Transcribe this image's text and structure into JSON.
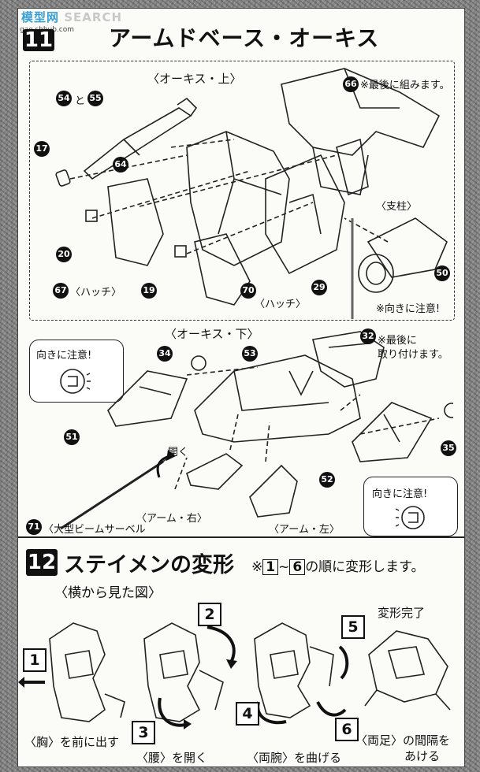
{
  "watermark": {
    "brand": "模型网",
    "text": "SEARCH",
    "url": "gao.shhub.com"
  },
  "step11": {
    "number": "11",
    "title": "アームドベース・オーキス",
    "upper": {
      "label": "〈オーキス・上〉",
      "note_last": "※最後に組みます。",
      "pillar": "〈支柱〉",
      "hatch_left": "〈ハッチ〉",
      "hatch_right": "〈ハッチ〉",
      "direction_note": "※向きに注意!"
    },
    "lower": {
      "label": "〈オーキス・下〉",
      "attach_last_line1": "※最後に",
      "attach_last_line2": "取り付けます。",
      "direction_left": "向きに注意!",
      "direction_right": "向きに注意!",
      "open": "開く",
      "arm_right": "〈アーム・右〉",
      "arm_left": "〈アーム・左〉",
      "beam_saber": "〈大型ビームサーベル"
    },
    "parts": [
      "54",
      "55",
      "17",
      "64",
      "66",
      "20",
      "67",
      "19",
      "70",
      "29",
      "50",
      "34",
      "53",
      "32",
      "51",
      "35",
      "52",
      "71"
    ],
    "parts_joiner": "と"
  },
  "step12": {
    "number": "12",
    "title": "ステイメンの変形",
    "note_prefix": "※",
    "note_from": "1",
    "note_tilde": "~",
    "note_to": "6",
    "note_suffix": "の順に変形します。",
    "view_label": "〈横から見た図〉",
    "complete_label": "変形完了",
    "steps": [
      "1",
      "2",
      "3",
      "4",
      "5",
      "6"
    ],
    "captions": {
      "chest": "〈胸〉を前に出す",
      "waist": "〈腰〉を開く",
      "arms": "〈両腕〉を曲げる",
      "legs_line1": "〈両足〉の間隔を",
      "legs_line2": "あける"
    }
  }
}
